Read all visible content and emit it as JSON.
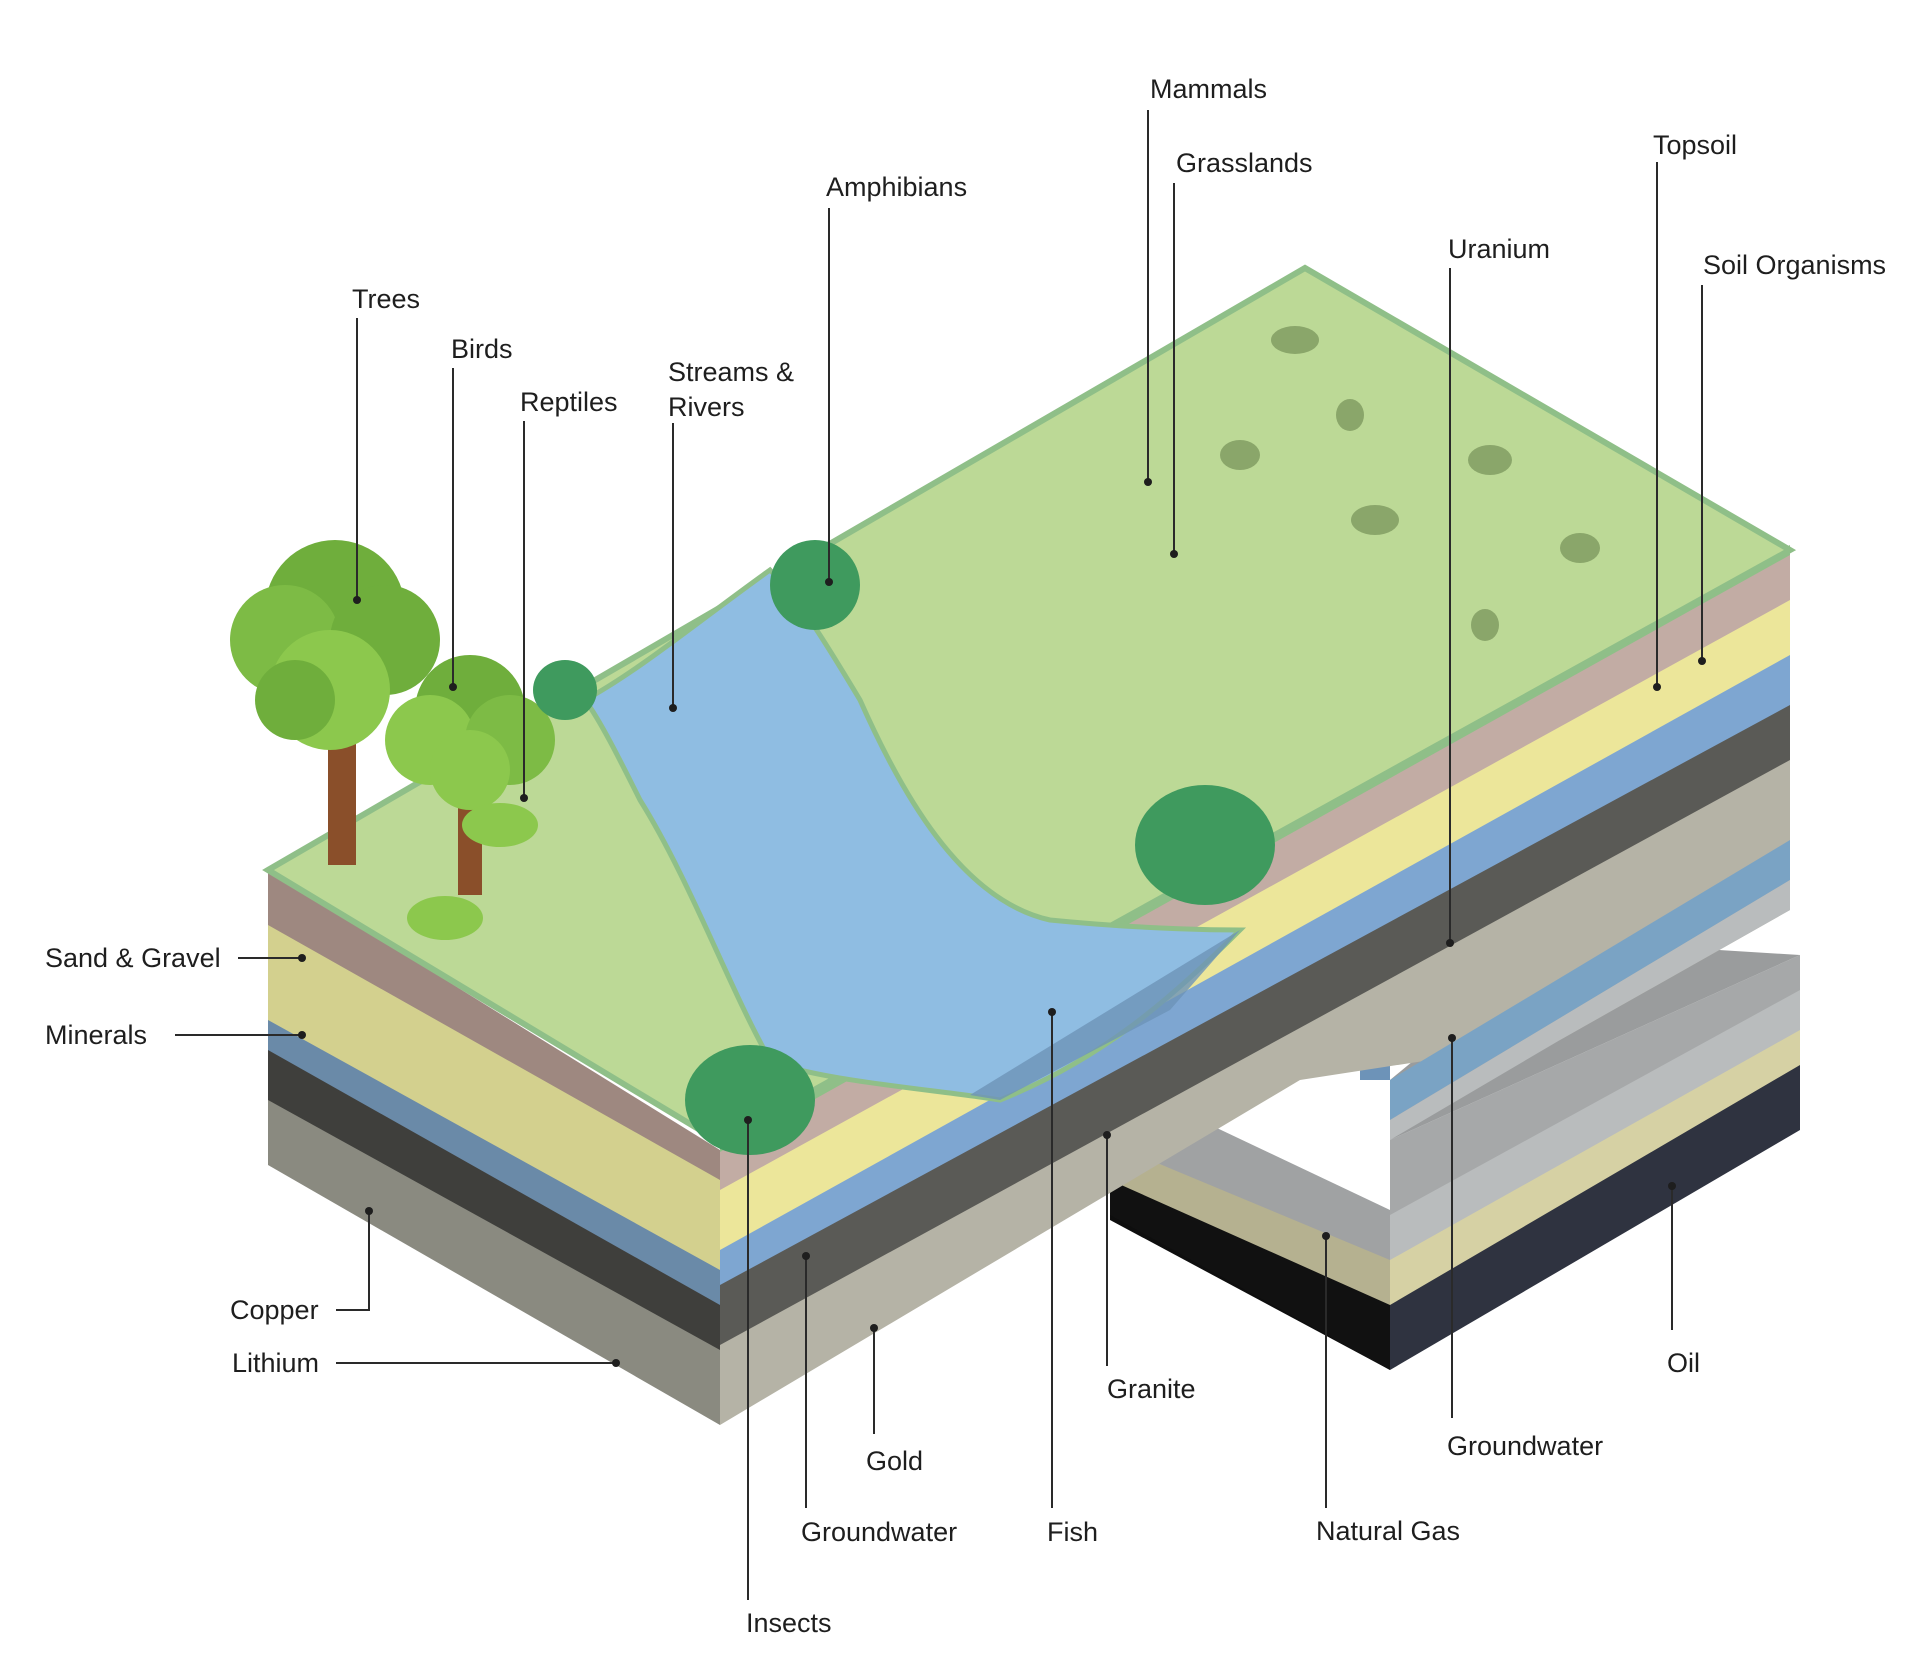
{
  "colors": {
    "grass_top": "#bcd996",
    "grass_edge": "#8fbf88",
    "water": "#8fbde2",
    "topsoil": "#c2aca4",
    "sand": "#ece69a",
    "groundwater_layer": "#7ea6d1",
    "granite_dark": "#5a5a56",
    "gold_layer": "#b5b3a6",
    "oil": "#2f3340",
    "natural_gas": "#d6d1a4"
  },
  "labels": {
    "mammals": "Mammals",
    "grasslands": "Grasslands",
    "topsoil": "Topsoil",
    "amphibians": "Amphibians",
    "uranium": "Uranium",
    "soil_organisms": "Soil Organisms",
    "trees": "Trees",
    "birds": "Birds",
    "reptiles": "Reptiles",
    "streams_line1": "Streams &",
    "streams_line2": "Rivers",
    "sand_gravel": "Sand & Gravel",
    "minerals": "Minerals",
    "copper": "Copper",
    "lithium": "Lithium",
    "gold": "Gold",
    "groundwater_left": "Groundwater",
    "insects": "Insects",
    "fish": "Fish",
    "granite": "Granite",
    "natural_gas": "Natural Gas",
    "groundwater_right": "Groundwater",
    "oil": "Oil"
  }
}
